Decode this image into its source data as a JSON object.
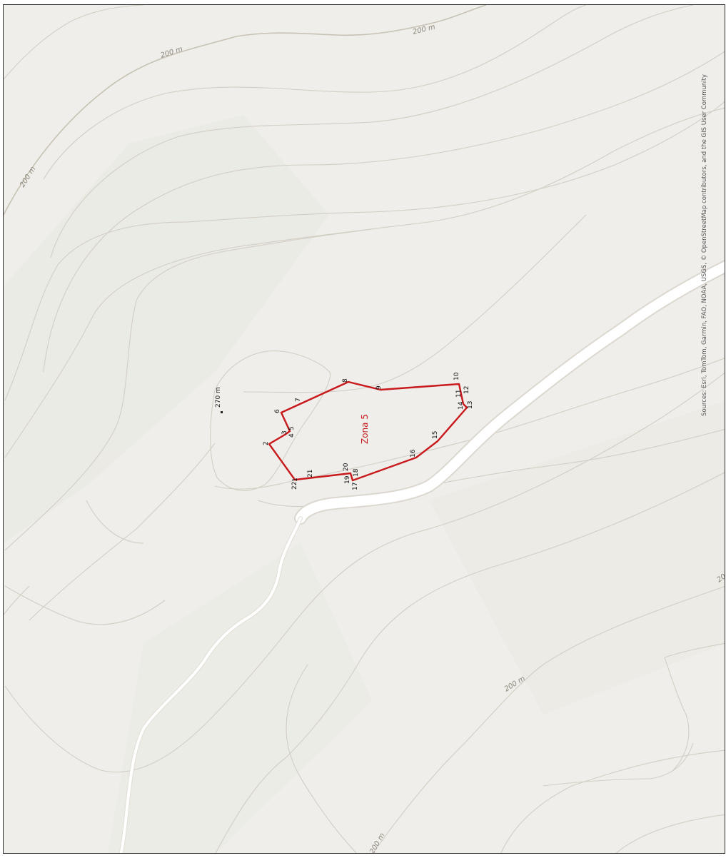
{
  "map": {
    "contour_labels": [
      "200 m",
      "200 m",
      "200 m",
      "200 m",
      "200 m",
      "20"
    ],
    "spot_height": "270 m",
    "zone": {
      "name": "Zona 5",
      "color": "#c8191c",
      "vertices": [
        "1",
        "2",
        "3",
        "4",
        "5",
        "6",
        "7",
        "8",
        "9",
        "10",
        "11",
        "12",
        "13",
        "14",
        "15",
        "16",
        "17",
        "18",
        "19",
        "20",
        "21",
        "22"
      ]
    },
    "attribution": "Sources: Esri, TomTom, Garmin, FAO, NOAA, USGS, © OpenStreetMap contributors, and the GIS User Community",
    "colors": {
      "background": "#efeeea",
      "contour": "#d2cec4",
      "road_fill": "#ffffff",
      "road_casing": "#dcd8d0",
      "boundary": "#c8191c",
      "frame": "#2b2b2b"
    }
  }
}
